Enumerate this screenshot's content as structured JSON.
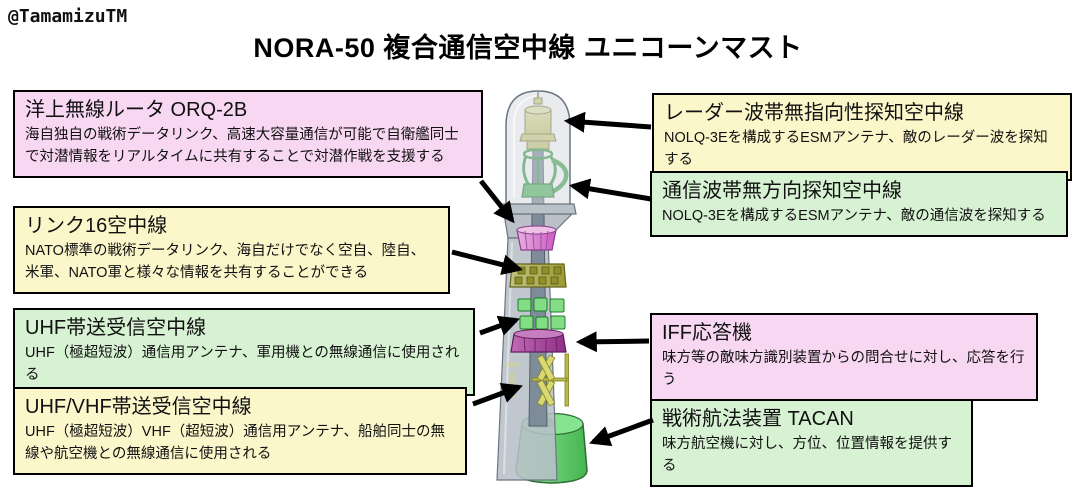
{
  "credit": "@TamamizuTM",
  "title": "NORA-50 複合通信空中線 ユニコーンマスト",
  "palette": {
    "pink": "#f8d7f2",
    "yellow": "#fbf7ca",
    "green": "#d7f2d3"
  },
  "callouts": {
    "left": [
      {
        "title": "洋上無線ルータ ORQ-2B",
        "body": "海自独自の戦術データリンク、高速大容量通信が可能で自衛艦同士で対潜情報をリアルタイムに共有することで対潜作戦を支援する",
        "color": "#f8d7f2"
      },
      {
        "title": "リンク16空中線",
        "body": "NATO標準の戦術データリンク、海自だけでなく空自、陸自、米軍、NATO軍と様々な情報を共有することができる",
        "color": "#fbf7ca"
      },
      {
        "title": "UHF帯送受信空中線",
        "body": "UHF（極超短波）通信用アンテナ、軍用機との無線通信に使用される",
        "color": "#d7f2d3"
      },
      {
        "title": "UHF/VHF帯送受信空中線",
        "body": "UHF（極超短波）VHF（超短波）通信用アンテナ、船舶同士の無線や航空機との無線通信に使用される",
        "color": "#fbf7ca"
      }
    ],
    "right": [
      {
        "title": "レーダー波帯無指向性探知空中線",
        "body": "NOLQ-3Eを構成するESMアンテナ、敵のレーダー波を探知する",
        "color": "#fbf7ca"
      },
      {
        "title": "通信波帯無方向探知空中線",
        "body": "NOLQ-3Eを構成するESMアンテナ、敵の通信波を探知する",
        "color": "#d7f2d3"
      },
      {
        "title": "IFF応答機",
        "body": "味方等の敵味方識別装置からの問合せに対し、応答を行う",
        "color": "#f8d7f2"
      },
      {
        "title": "戦術航法装置 TACAN",
        "body": "味方航空機に対し、方位、位置情報を提供する",
        "color": "#d7f2d3"
      }
    ]
  },
  "mast": {
    "parts": [
      {
        "name": "esm-radar-band-antenna",
        "color": "#d9d98f"
      },
      {
        "name": "esm-comm-band-helix-antenna",
        "color": "#4fae57"
      },
      {
        "name": "orq2b-router-ring",
        "color": "#d465c8"
      },
      {
        "name": "link16-antenna-ring",
        "color": "#b3b356"
      },
      {
        "name": "uhf-antenna-boxes",
        "color": "#82dd85"
      },
      {
        "name": "iff-transponder-ring",
        "color": "#a8439c"
      },
      {
        "name": "uhf-vhf-dipole-antenna",
        "color": "#d9d973"
      },
      {
        "name": "tacan-base",
        "color": "#5ecb68"
      },
      {
        "name": "mast-shroud",
        "color": "#b7bfc7"
      }
    ]
  }
}
